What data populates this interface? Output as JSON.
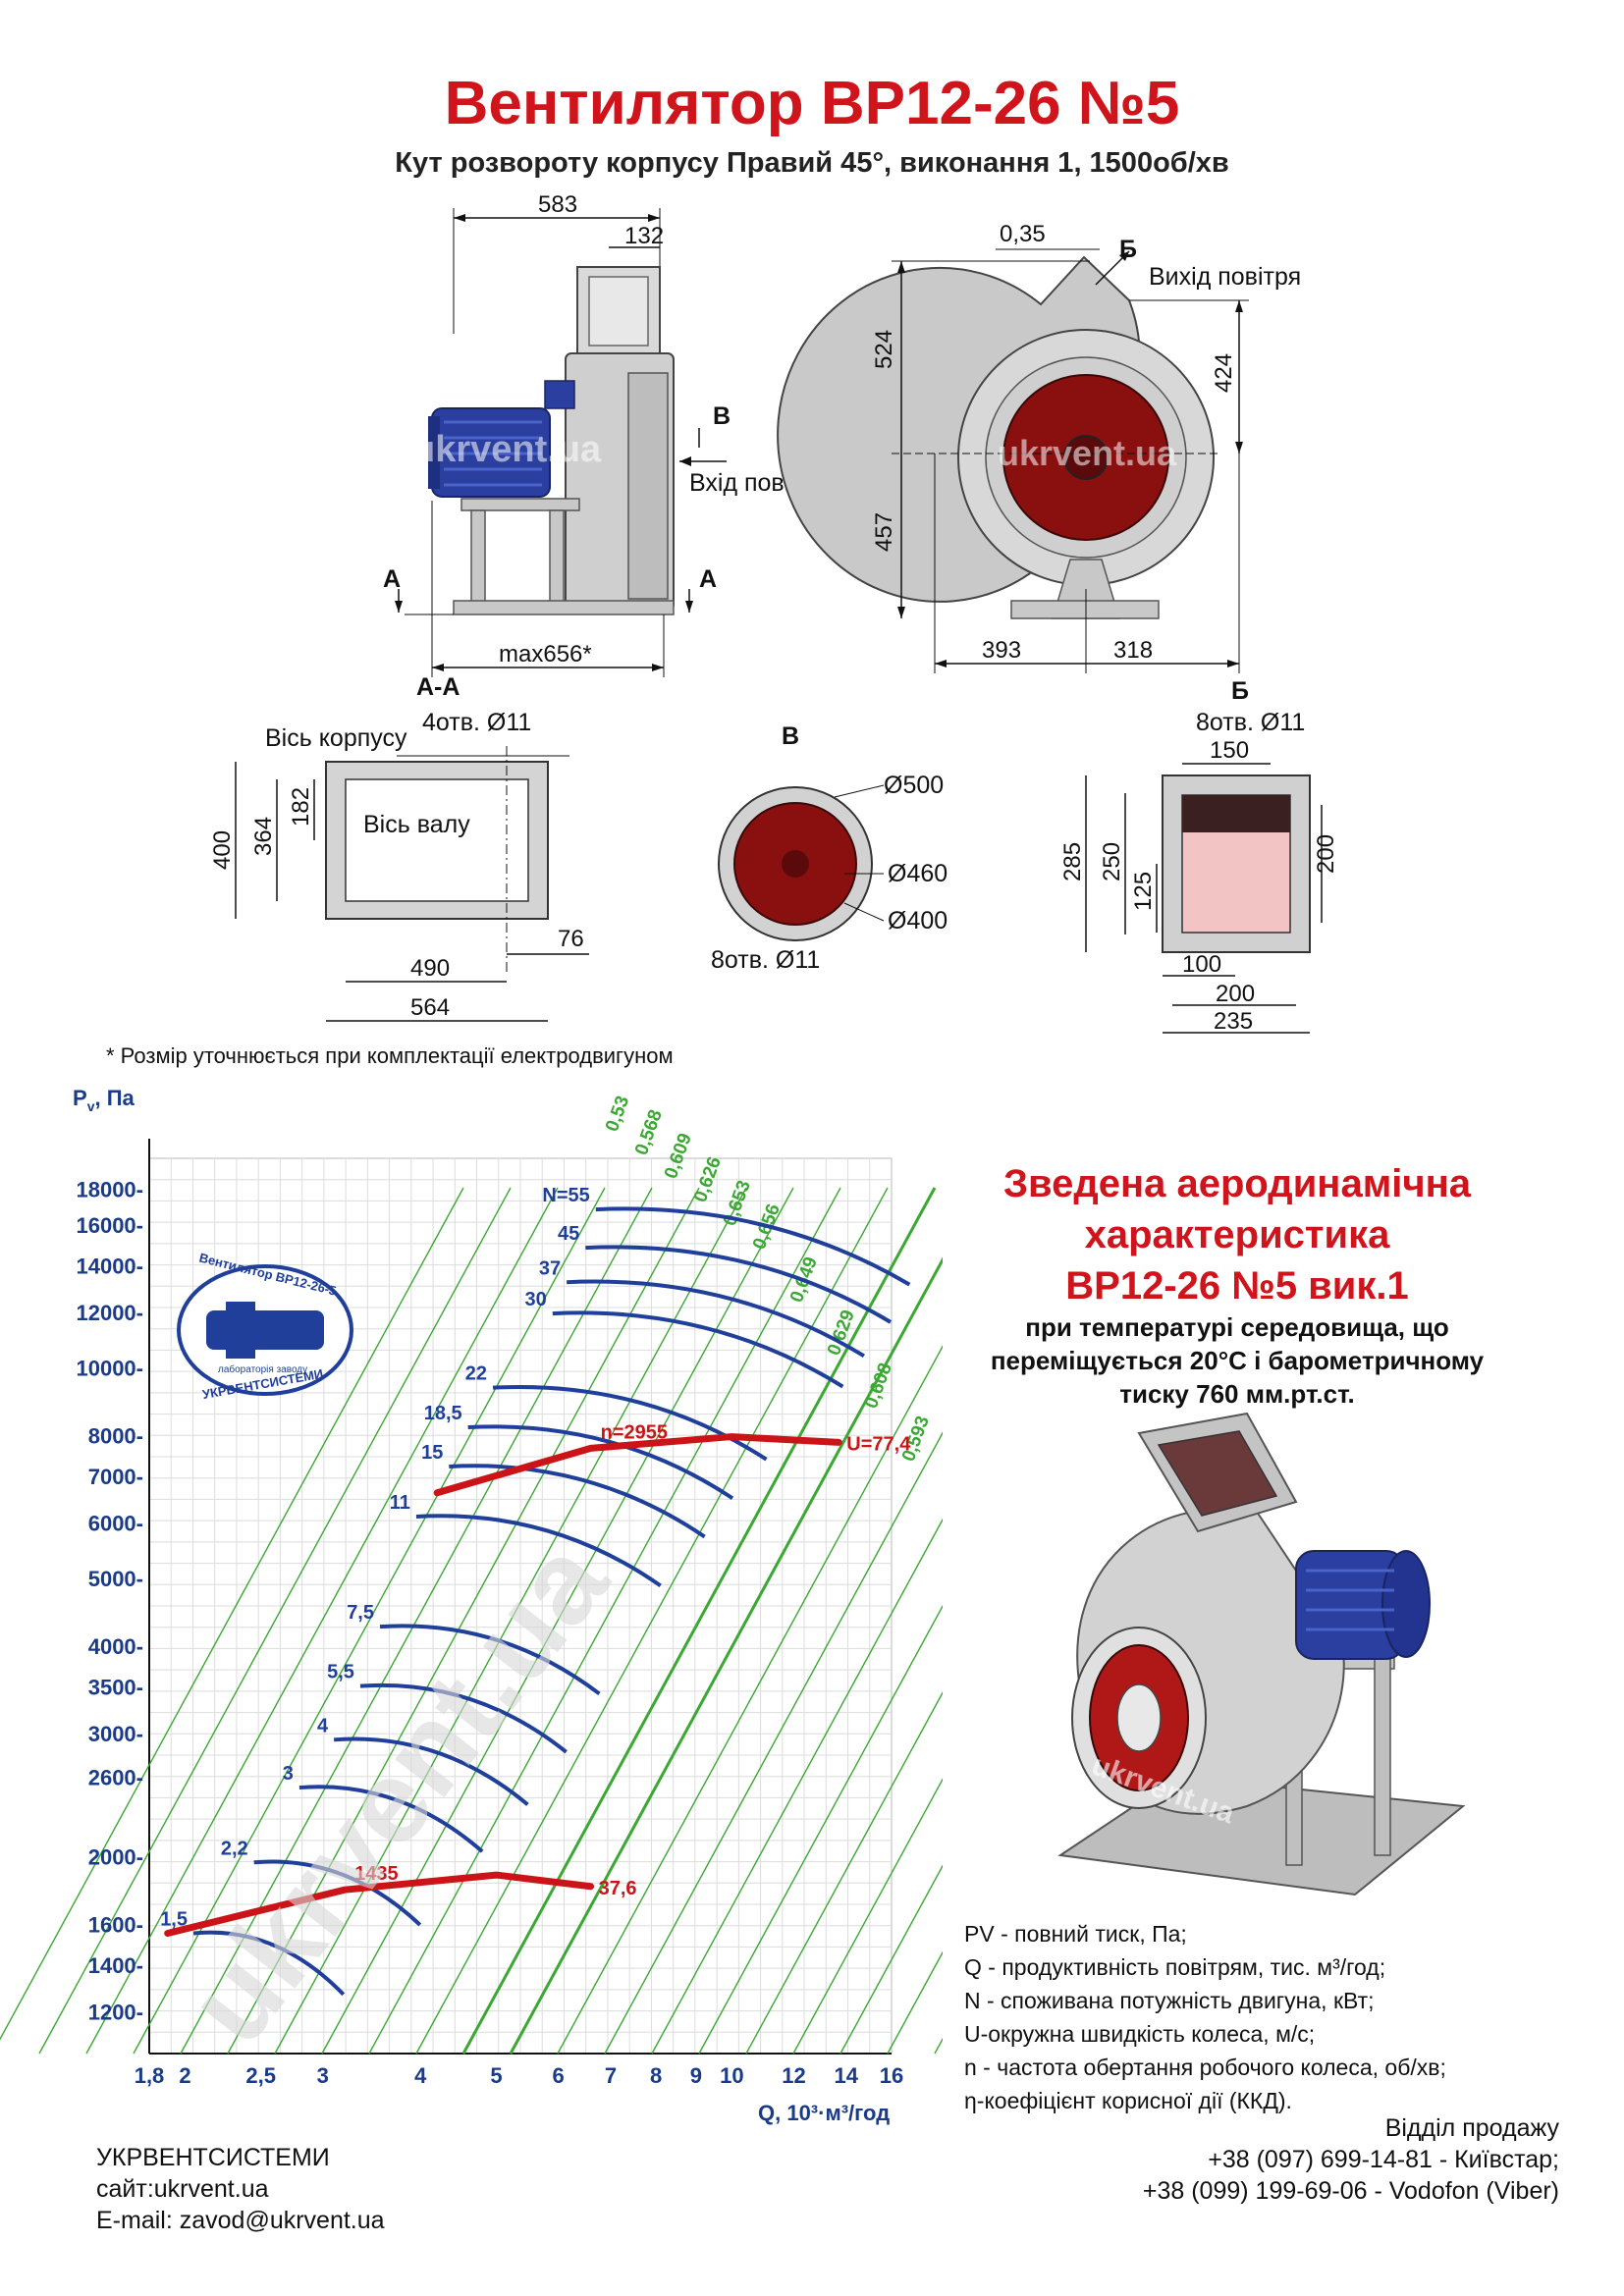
{
  "header": {
    "title": "Вентилятор  ВР12-26 №5",
    "subtitle": "Кут розвороту корпусу Правий 45°, виконання 1, 1500об/хв"
  },
  "side_view": {
    "dim_top": "583",
    "dim_flange": "132",
    "dim_base": "max656*",
    "label_b": "В",
    "inlet": "Вхід повітря",
    "section_a": "А"
  },
  "front_view": {
    "dim_gap": "0,35",
    "label_b": "Б",
    "outlet": "Вихід повітря",
    "dim_h1": "524",
    "dim_h2": "457",
    "dim_h3": "424",
    "dim_w1": "393",
    "dim_w2": "318"
  },
  "section_aa": {
    "title": "А-А",
    "axis_body": "Вісь корпусу",
    "holes": "4отв.   Ø11",
    "axis_shaft": "Вісь валу",
    "d400": "400",
    "d364": "364",
    "d182": "182",
    "d76": "76",
    "d490": "490",
    "d564": "564"
  },
  "section_v": {
    "title": "В",
    "d500": "Ø500",
    "d460": "Ø460",
    "d400": "Ø400",
    "holes": "8отв. Ø11"
  },
  "section_b": {
    "title": "Б",
    "holes": "8отв.  Ø11",
    "d150": "150",
    "d285": "285",
    "d250": "250",
    "d125": "125",
    "d200v": "200",
    "d100": "100",
    "d200h": "200",
    "d235": "235"
  },
  "watermark": "ukrvent.ua",
  "note": "* Розмір уточнюється при комплектації електродвигуном",
  "chart_data": {
    "type": "line",
    "ylabel_main": "P",
    "ylabel_sub": "v",
    "ylabel_unit": ", Па",
    "xlabel": "Q, 10³·м³/год",
    "x_scale": "log",
    "y_scale": "log",
    "xlim": [
      1.8,
      16
    ],
    "ylim": [
      1050,
      20000
    ],
    "y_ticks": [
      1200,
      1400,
      1600,
      2000,
      2600,
      3000,
      3500,
      4000,
      5000,
      6000,
      7000,
      8000,
      10000,
      12000,
      14000,
      16000,
      18000
    ],
    "y_tick_labels": [
      "1200-",
      "1400-",
      "1600-",
      "2000-",
      "2600-",
      "3000-",
      "3500-",
      "4000-",
      "5000-",
      "6000-",
      "7000-",
      "8000-",
      "10000-",
      "12000-",
      "14000-",
      "16000-",
      "18000-"
    ],
    "x_ticks": [
      1.8,
      2,
      2.5,
      3,
      4,
      5,
      6,
      7,
      8,
      9,
      10,
      12,
      14,
      16
    ],
    "x_tick_labels": [
      "1,8",
      "2",
      "2,5",
      "3",
      "4",
      "5",
      "6",
      "7",
      "8",
      "9",
      "10",
      "12",
      "14",
      "16"
    ],
    "efficiency_lines": [
      "0,53",
      "0,568",
      "0,609",
      "0,626",
      "0,653",
      "0,656",
      "0,649",
      "0,629",
      "0,608",
      "0,593"
    ],
    "power_curves": [
      {
        "label": "1,5",
        "q": 2.05,
        "p": 1560
      },
      {
        "label": "2,2",
        "q": 2.45,
        "p": 1970
      },
      {
        "label": "3",
        "q": 2.8,
        "p": 2520
      },
      {
        "label": "4",
        "q": 3.1,
        "p": 2950
      },
      {
        "label": "5,5",
        "q": 3.35,
        "p": 3520
      },
      {
        "label": "7,5",
        "q": 3.55,
        "p": 4280
      },
      {
        "label": "11",
        "q": 3.95,
        "p": 6150
      },
      {
        "label": "15",
        "q": 4.35,
        "p": 7250
      },
      {
        "label": "18,5",
        "q": 4.6,
        "p": 8250
      },
      {
        "label": "22",
        "q": 4.95,
        "p": 9400
      },
      {
        "label": "30",
        "q": 5.9,
        "p": 12000
      },
      {
        "label": "37",
        "q": 6.15,
        "p": 13300
      },
      {
        "label": "45",
        "q": 6.5,
        "p": 14900
      },
      {
        "label": "N=55",
        "q": 6.7,
        "p": 16900
      }
    ],
    "speed_curves": [
      {
        "label": "n=1435",
        "display_label": "1435",
        "end_label": "37,6",
        "points": [
          [
            1.9,
            1560
          ],
          [
            3.2,
            1800
          ],
          [
            5.0,
            1890
          ],
          [
            6.6,
            1820
          ]
        ]
      },
      {
        "label": "n=2955",
        "display_label": "n=2955",
        "end_label": "U=77,4",
        "points": [
          [
            4.2,
            6650
          ],
          [
            6.6,
            7700
          ],
          [
            10.0,
            8000
          ],
          [
            13.7,
            7850
          ]
        ]
      }
    ]
  },
  "chart_title": {
    "line1": "Зведена аеродинамічна",
    "line2": "характеристика",
    "line3": "ВР12-26 №5 вик.1",
    "sub1": "при температурі середовища, що",
    "sub2": "переміщується 20°С і барометричному",
    "sub3": "тиску 760 мм.рт.ст."
  },
  "badge": {
    "top": "Вентилятор ВР12-26-5",
    "bottom": "УКРВЕНТСИСТЕМИ",
    "middle": "лабораторія заводу"
  },
  "legend": [
    "PV - повний тиск, Па;",
    "Q - продуктивність повітрям, тис. м³/год;",
    "N - споживана потужність двигуна, кВт;",
    "U-окружна швидкість колеса, м/с;",
    "n - частота обертання робочого колеса, об/хв;",
    "η-коефіцієнт корисної дії (ККД)."
  ],
  "footer": {
    "company": "УКРВЕНТСИСТЕМИ",
    "site": "сайт:ukrvent.ua",
    "email": "E-mail: zavod@ukrvent.ua",
    "sales_title": "Відділ продажу",
    "phone1": "+38 (097) 699-14-81 - Київстар;",
    "phone2": "+38 (099) 199-69-06 - Vodofon (Viber)"
  },
  "colors": {
    "title_red": "#d0141b",
    "curve_blue": "#1f3f9a",
    "eff_green": "#3aa832",
    "speed_red": "#cc1418",
    "grid": "#b8b8b8",
    "metal": "#c8c8c8",
    "motor_blue": "#2a3fa0",
    "impeller_red": "#8a1010"
  }
}
